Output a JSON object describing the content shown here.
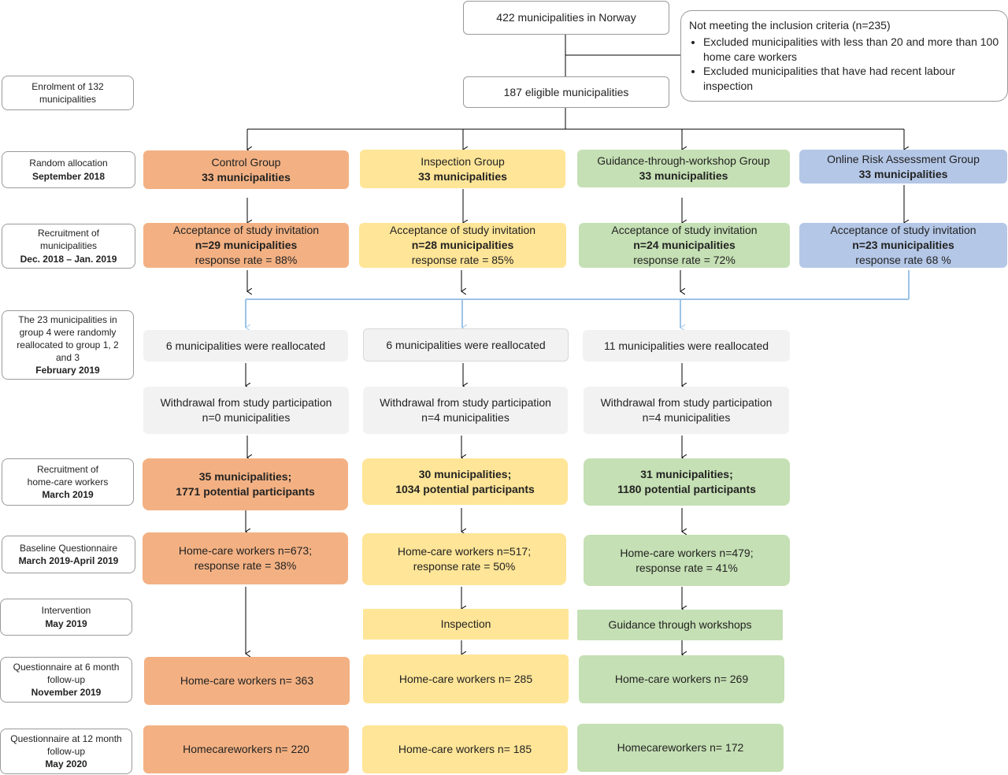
{
  "top": {
    "norway": "422 municipalities  in Norway",
    "eligible": "187 eligible municipalities",
    "exclusion": {
      "title": "Not meeting the inclusion criteria (n=235)",
      "items": [
        "Excluded municipalities  with less than 20 and more than 100 home care workers",
        "Excluded municipalities  that have had recent labour inspection"
      ]
    }
  },
  "side": {
    "enrolment": {
      "line1": "Enrolment of 132",
      "line2": "municipalities"
    },
    "random": {
      "line1": "Random allocation",
      "line2": "September 2018"
    },
    "recruit_muni": {
      "line1": "Recruitment of",
      "line2": "municipalities",
      "line3": "Dec. 2018 – Jan. 2019"
    },
    "realloc": {
      "line1": "The 23 municipalities in",
      "line2": "group 4 were randomly",
      "line3": "reallocated to group 1, 2",
      "line4": "and 3",
      "line5": "February 2019"
    },
    "recruit_hcw": {
      "line1": "Recruitment of",
      "line2": "home-care workers",
      "line3": "March 2019"
    },
    "baseline": {
      "line1": "Baseline Questionnaire",
      "line2": "March 2019-April 2019"
    },
    "intervention": {
      "line1": "Intervention",
      "line2": "May 2019"
    },
    "q6": {
      "line1": "Questionnaire at 6 month",
      "line2": "follow-up",
      "line3": "November 2019"
    },
    "q12": {
      "line1": "Questionnaire at 12 month",
      "line2": "follow-up",
      "line3": "May 2020"
    }
  },
  "groups": {
    "control": {
      "name": "Control Group",
      "allocated": "33 municipalities",
      "accept_title": "Acceptance of study invitation",
      "accept_n": "n=29 municipalities",
      "accept_rate": "response rate = 88%",
      "realloc": "6 municipalities  were reallocated",
      "withdraw_title": "Withdrawal from study participation",
      "withdraw_n": "n=0 municipalities",
      "recruit_muni": "35 municipalities;",
      "recruit_part": "1771 potential participants",
      "baseline_n": "Home-care workers n=673;",
      "baseline_rate": "response rate = 38%",
      "q6": "Home-care workers n= 363",
      "q12": "Homecareworkers n= 220"
    },
    "inspection": {
      "name": "Inspection Group",
      "allocated": "33 municipalities",
      "accept_title": "Acceptance of study invitation",
      "accept_n": "n=28 municipalities",
      "accept_rate": "response rate = 85%",
      "realloc": "6 municipalities  were reallocated",
      "withdraw_title": "Withdrawal from study participation",
      "withdraw_n": "n=4 municipalities",
      "recruit_muni": "30 municipalities;",
      "recruit_part": "1034 potential participants",
      "baseline_n": "Home-care workers n=517;",
      "baseline_rate": "response rate = 50%",
      "intervention": "Inspection",
      "q6": "Home-care workers n= 285",
      "q12": "Home-care workers n= 185"
    },
    "guidance": {
      "name": "Guidance-through-workshop Group",
      "allocated": "33 municipalities",
      "accept_title": "Acceptance of study invitation",
      "accept_n": "n=24 municipalities",
      "accept_rate": "response rate = 72%",
      "realloc": "11 municipalities  were reallocated",
      "withdraw_title": "Withdrawal from study participation",
      "withdraw_n": "n=4 municipalities",
      "recruit_muni": "31 municipalities;",
      "recruit_part": "1180 potential participants",
      "baseline_n": "Home-care workers n=479;",
      "baseline_rate": "response rate = 41%",
      "intervention": "Guidance through workshops",
      "q6": "Home-care workers n= 269",
      "q12": "Homecareworkers n= 172"
    },
    "online": {
      "name": "Online Risk Assessment Group",
      "allocated": "33 municipalities",
      "accept_title": "Acceptance of study invitation",
      "accept_n": "n=23 municipalities",
      "accept_rate": "response rate 68 %"
    }
  },
  "colors": {
    "control": "#f3b183",
    "inspection": "#ffe597",
    "guidance": "#c5e0b4",
    "online": "#b4c7e7",
    "neutral": "#f2f2f2",
    "realloc_line": "#9dc3e6"
  }
}
